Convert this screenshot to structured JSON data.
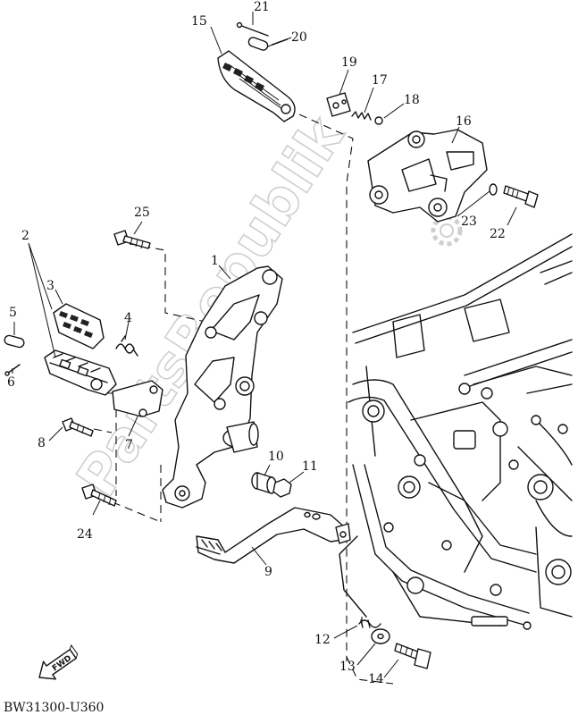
{
  "diagram": {
    "callouts": [
      "1",
      "2",
      "3",
      "4",
      "5",
      "6",
      "7",
      "8",
      "9",
      "10",
      "11",
      "12",
      "13",
      "14",
      "15",
      "16",
      "17",
      "18",
      "19",
      "20",
      "21",
      "22",
      "23",
      "24",
      "25"
    ],
    "watermark": "PartsRepublik",
    "fwd_label": "FWD",
    "drawing_code": "BW31300-U360"
  }
}
